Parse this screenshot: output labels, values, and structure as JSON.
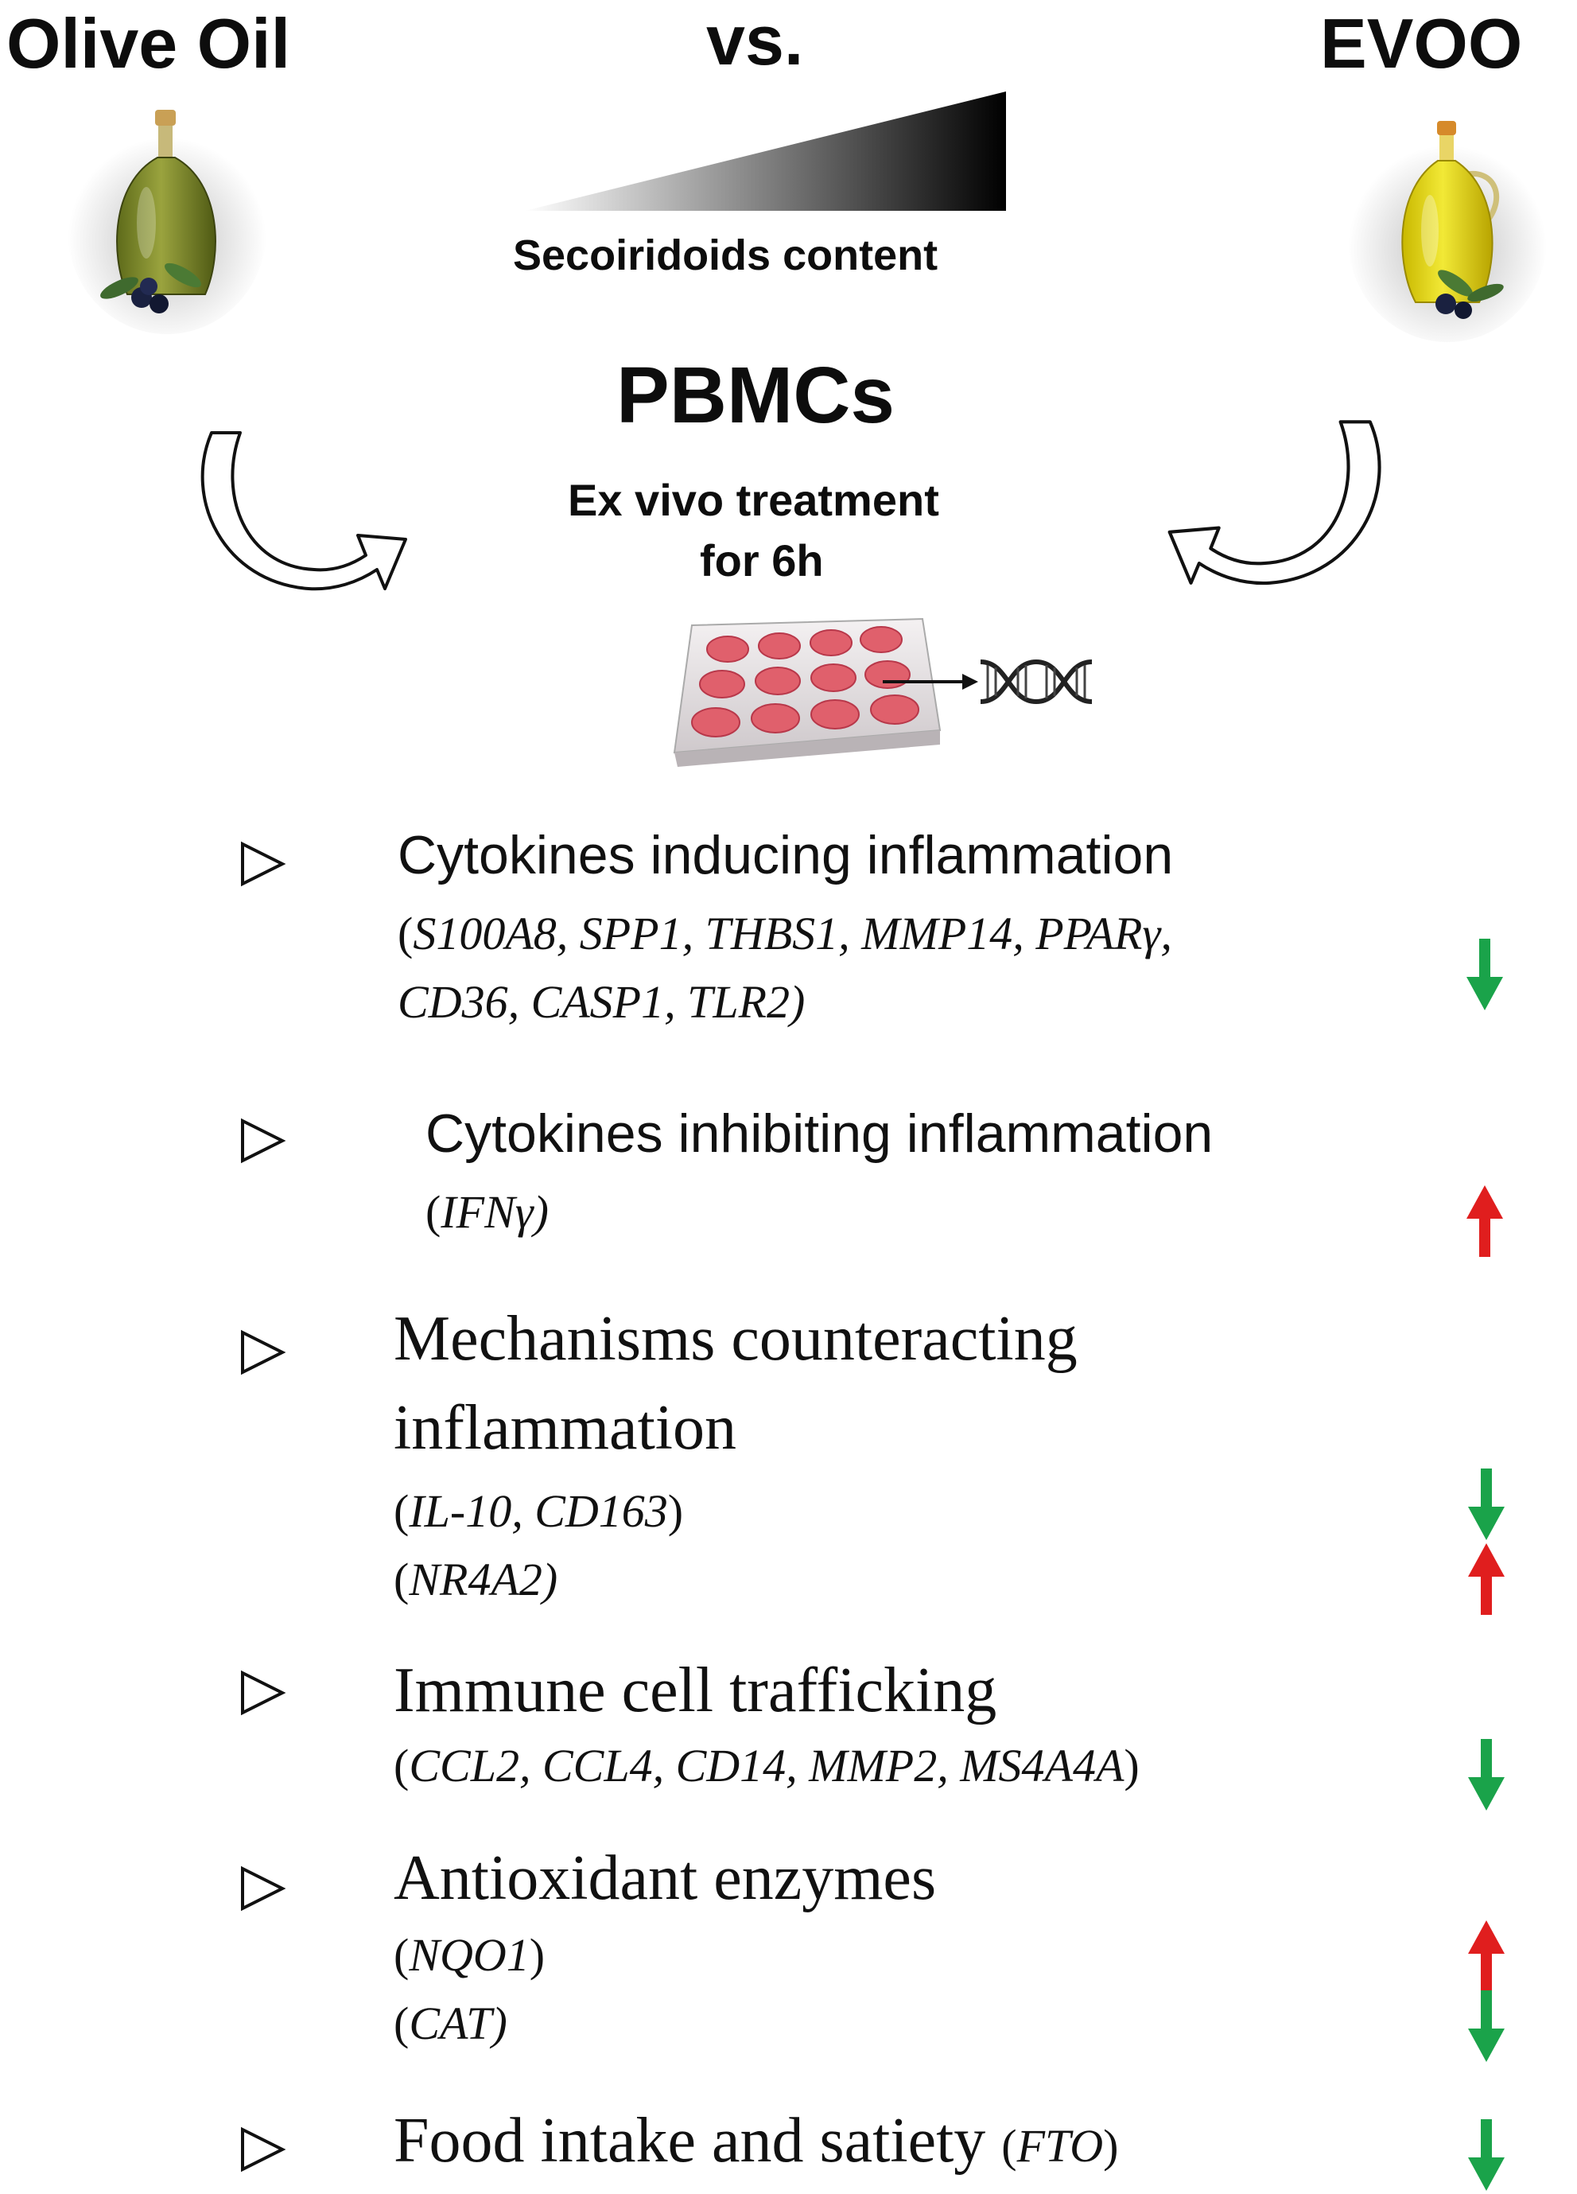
{
  "header": {
    "left_label": "Olive Oil",
    "vs_label": "vs.",
    "right_label": "EVOO",
    "gradient_caption": "Secoiridoids content"
  },
  "center": {
    "cells_label": "PBMCs",
    "treatment_line1": "Ex vivo treatment",
    "treatment_line2": "for 6h"
  },
  "colors": {
    "down_arrow": "#1aa34a",
    "up_arrow": "#e01e1e"
  },
  "effects": [
    {
      "title": "Cytokines inducing  inflammation",
      "genes_line1": "S100A8, SPP1, THBS1, MMP14, PPARγ,",
      "genes_line2": "CD36, CASP1, TLR2)",
      "direction": "down"
    },
    {
      "title": "Cytokines inhibiting  inflammation",
      "genes": "IFNγ)",
      "direction": "up"
    },
    {
      "title_line1": "Mechanisms counteracting",
      "title_line2": "inflammation",
      "genes_a": "IL-10, CD163",
      "genes_b": "NR4A2)",
      "direction_a": "down",
      "direction_b": "up"
    },
    {
      "title": "Immune cell trafficking",
      "genes": "CCL2, CCL4, CD14, MMP2, MS4A4A",
      "direction": "down"
    },
    {
      "title": "Antioxidant enzymes",
      "genes_a": "NQO1",
      "genes_b": "CAT)",
      "direction_a": "up",
      "direction_b": "down"
    },
    {
      "title": "Food intake and satiety ",
      "genes": "FTO",
      "direction": "down"
    }
  ]
}
